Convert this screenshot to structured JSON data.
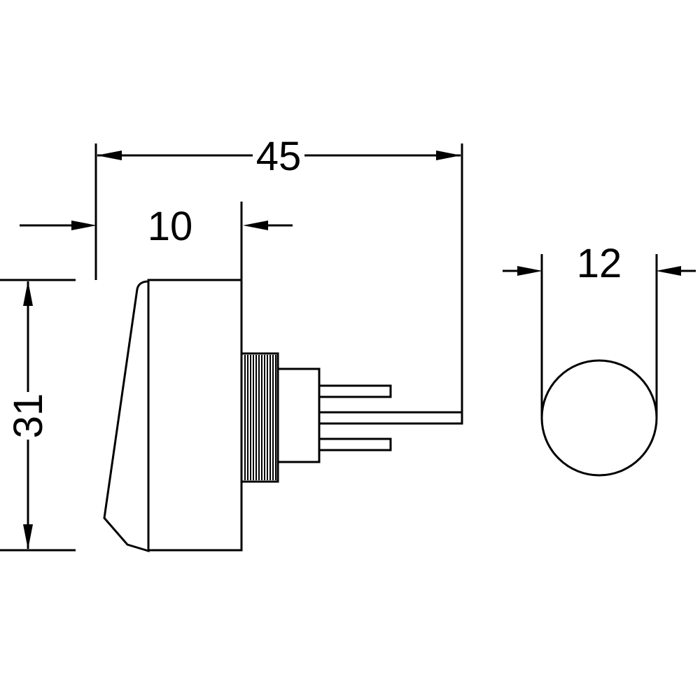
{
  "dimensions": {
    "overall_depth": "45",
    "bezel_depth": "10",
    "overall_height": "31",
    "mounting_diameter": "12"
  },
  "colors": {
    "line": "#000000",
    "background": "#ffffff"
  }
}
